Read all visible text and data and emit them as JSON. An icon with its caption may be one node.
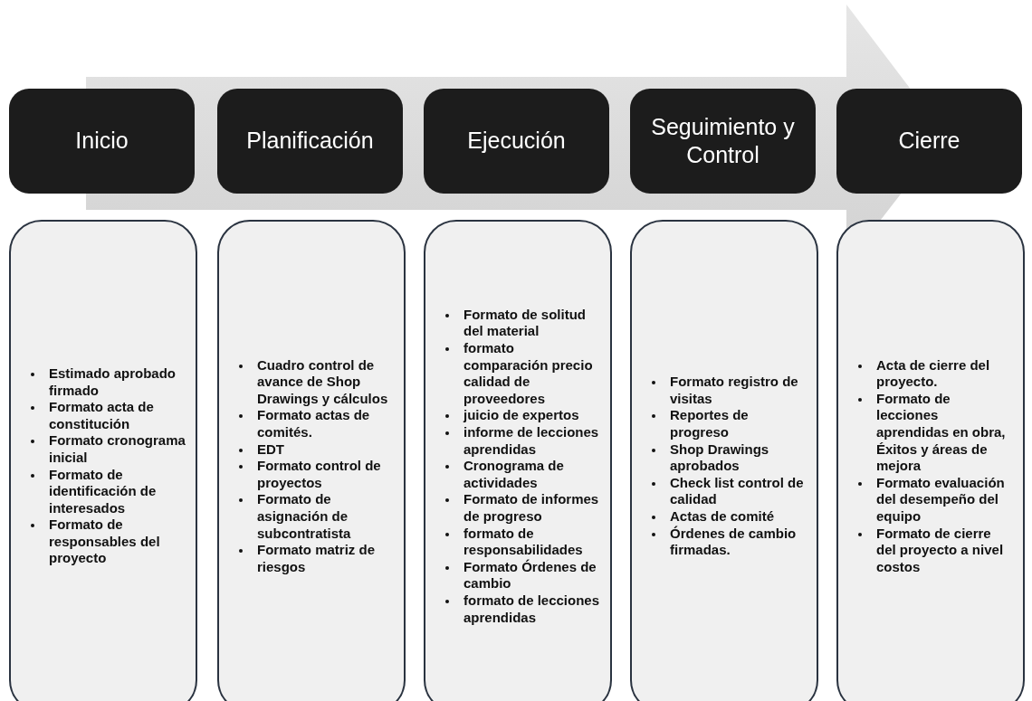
{
  "diagram": {
    "nodes": [
      {
        "text": [
          "Inicio"
        ]
      },
      {
        "text": [
          "Planificación"
        ]
      },
      {
        "text": [
          "Ejecución"
        ]
      },
      {
        "text": [
          "Seguimiento y Control"
        ]
      },
      {
        "text": [
          "Cierre"
        ]
      },
      {
        "text": [
          "Estimado aprobado firmado",
          "Formato acta de constitución",
          "Formato cronograma inicial",
          "Formato de identificación de interesados",
          "Formato de responsables del proyecto"
        ]
      },
      {
        "text": [
          "Cuadro control de avance de Shop Drawings y cálculos",
          "Formato actas de comités.",
          "EDT",
          "Formato control de proyectos",
          "Formato de asignación de subcontratista",
          "Formato matriz de riesgos"
        ]
      },
      {
        "text": [
          "Formato de solitud del material",
          "formato comparación precio calidad de proveedores",
          "juicio de expertos",
          "informe de lecciones aprendidas",
          "Cronograma de actividades",
          "Formato de informes de progreso",
          "formato de responsabilidades",
          "Formato Órdenes de cambio",
          "formato de lecciones aprendidas"
        ]
      },
      {
        "text": [
          "Formato registro de visitas",
          "Reportes de progreso",
          "Shop Drawings aprobados",
          "Check list control de calidad",
          "Actas de comité",
          "Órdenes de cambio firmadas."
        ]
      },
      {
        "text": [
          "Acta de cierre del proyecto.",
          "Formato de lecciones aprendidas en obra, Éxitos y áreas de mejora",
          "Formato evaluación del desempeño del equipo",
          "Formato de cierre del proyecto a nivel costos"
        ]
      }
    ]
  }
}
